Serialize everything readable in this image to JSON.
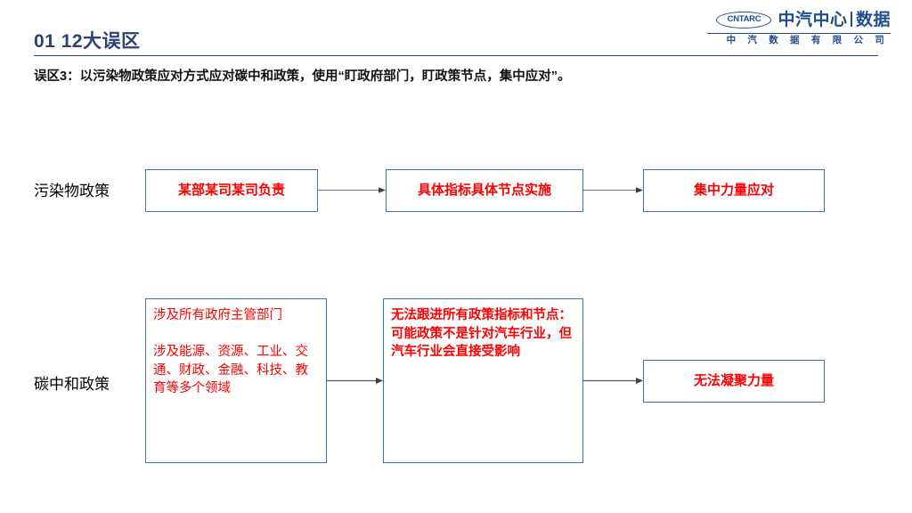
{
  "header": {
    "title": "01 12大误区",
    "subtitle": "误区3：以污染物政策应对方式应对碳中和政策，使用“盯政府部门，盯政策节点，集中应对”。"
  },
  "logo": {
    "mark_text": "CNTARC",
    "name_left": "中汽中心",
    "name_right": "数据",
    "company": "中 汽 数 据 有 限 公 司",
    "color": "#1f4e8c"
  },
  "flow": {
    "row1": {
      "label": "污染物政策",
      "boxes": [
        {
          "text": "某部某司某司负责"
        },
        {
          "text": "具体指标具体节点实施"
        },
        {
          "text": "集中力量应对"
        }
      ]
    },
    "row2": {
      "label": "碳中和政策",
      "boxes": [
        {
          "text": "涉及所有政府主管部门\n\n涉及能源、资源、工业、交通、财政、金融、科技、教育等多个领域"
        },
        {
          "text": "无法跟进所有政策指标和节点：可能政策不是针对汽车行业，但汽车行业会直接受影响"
        },
        {
          "text": "无法凝聚力量"
        }
      ]
    }
  },
  "colors": {
    "box_border": "#4472a8",
    "box_text": "#ff0000",
    "title": "#2e4272",
    "arrow": "#595959"
  }
}
